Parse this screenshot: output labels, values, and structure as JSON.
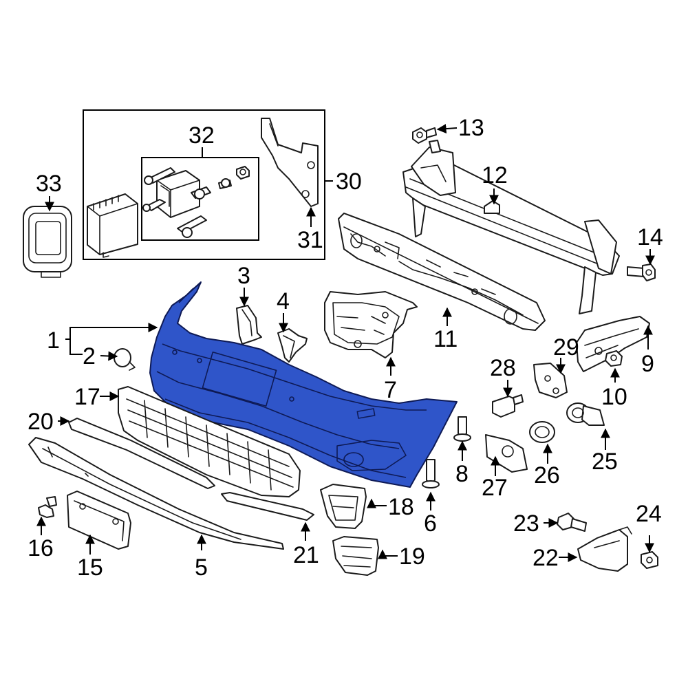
{
  "callouts": {
    "c1": "1",
    "c2": "2",
    "c3": "3",
    "c4": "4",
    "c5": "5",
    "c6": "6",
    "c7": "7",
    "c8": "8",
    "c9": "9",
    "c10": "10",
    "c11": "11",
    "c12": "12",
    "c13": "13",
    "c14": "14",
    "c15": "15",
    "c16": "16",
    "c17": "17",
    "c18": "18",
    "c19": "19",
    "c20": "20",
    "c21": "21",
    "c22": "22",
    "c23": "23",
    "c24": "24",
    "c25": "25",
    "c26": "26",
    "c27": "27",
    "c28": "28",
    "c29": "29",
    "c30": "30",
    "c31": "31",
    "c32": "32",
    "c33": "33"
  },
  "colors": {
    "highlight": "#2f55c9",
    "line": "#1a1a1a",
    "background": "#ffffff"
  }
}
